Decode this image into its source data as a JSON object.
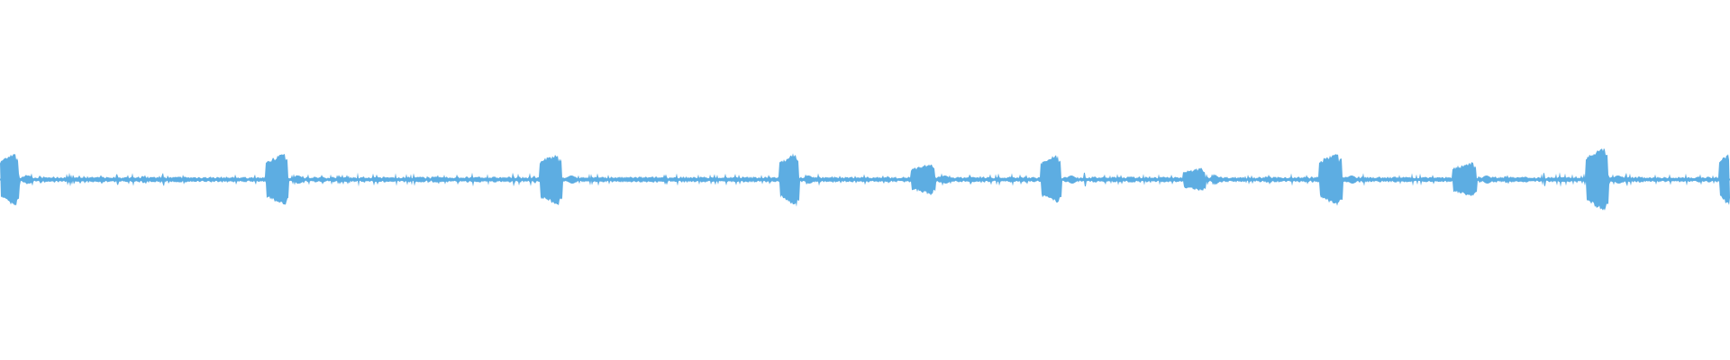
{
  "view": "audio-waveform",
  "waveform": {
    "color": "#5dade2",
    "background": "#ffffff",
    "bursts": [
      {
        "start": 0.0,
        "end": 0.01,
        "peak": 0.14
      },
      {
        "start": 0.154,
        "end": 0.166,
        "peak": 0.14
      },
      {
        "start": 0.312,
        "end": 0.324,
        "peak": 0.14
      },
      {
        "start": 0.451,
        "end": 0.461,
        "peak": 0.14
      },
      {
        "start": 0.527,
        "end": 0.54,
        "peak": 0.08
      },
      {
        "start": 0.602,
        "end": 0.613,
        "peak": 0.13
      },
      {
        "start": 0.684,
        "end": 0.696,
        "peak": 0.06
      },
      {
        "start": 0.763,
        "end": 0.775,
        "peak": 0.14
      },
      {
        "start": 0.84,
        "end": 0.853,
        "peak": 0.09
      },
      {
        "start": 0.917,
        "end": 0.929,
        "peak": 0.17
      },
      {
        "start": 0.994,
        "end": 1.0,
        "peak": 0.14
      }
    ],
    "noise_floor": 0.012
  }
}
